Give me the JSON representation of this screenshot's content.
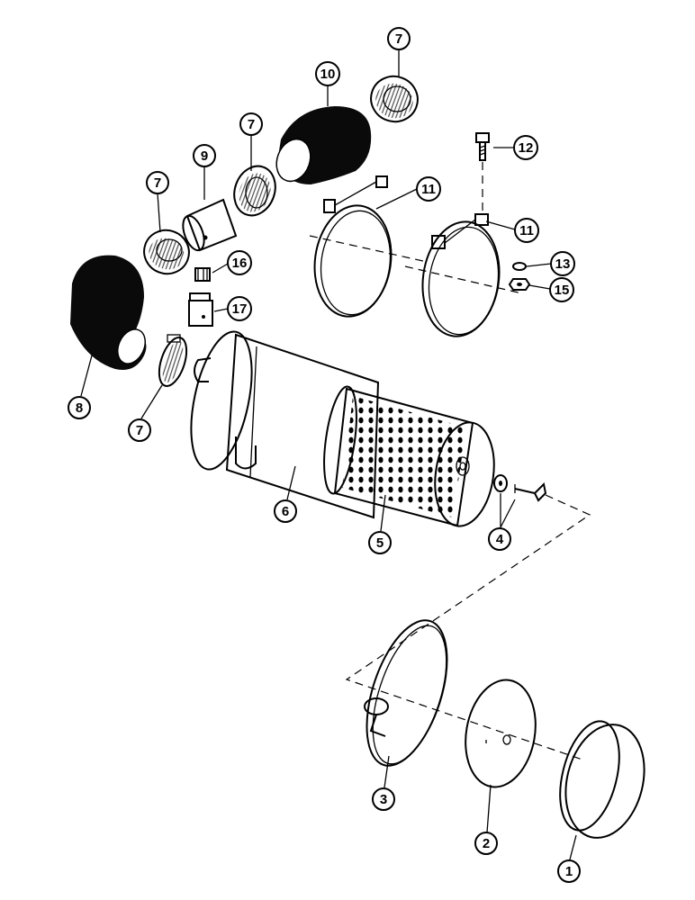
{
  "diagram": {
    "callouts": {
      "c1": "1",
      "c2": "2",
      "c3": "3",
      "c4": "4",
      "c5": "5",
      "c6": "6",
      "c7a": "7",
      "c7b": "7",
      "c7c": "7",
      "c7d": "7",
      "c8": "8",
      "c9": "9",
      "c10": "10",
      "c11a": "11",
      "c11b": "11",
      "c12": "12",
      "c13": "13",
      "c15": "15",
      "c16": "16",
      "c17": "17"
    },
    "colors": {
      "ink": "#000000",
      "paper": "#ffffff",
      "hose": "#0a0a0a"
    }
  }
}
